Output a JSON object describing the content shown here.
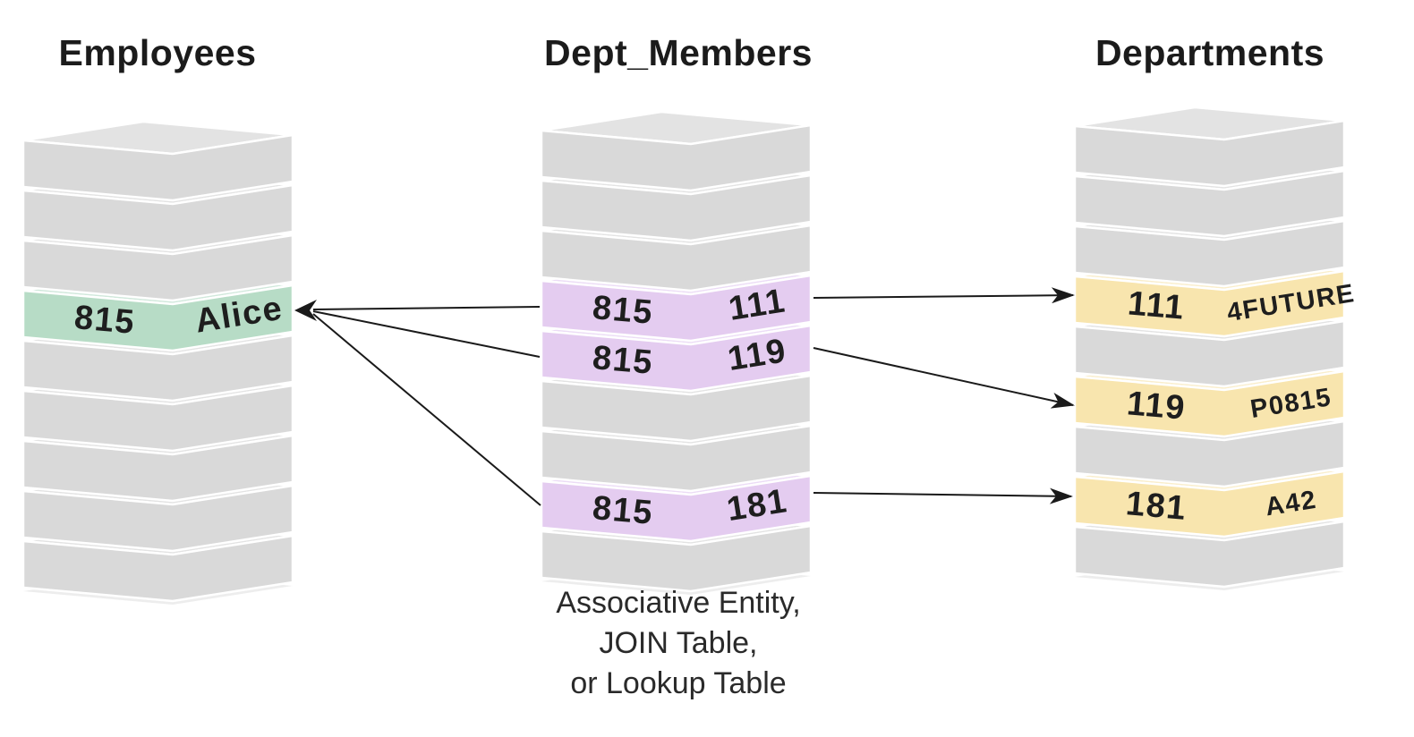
{
  "stacks": [
    {
      "id": "employees",
      "title": "Employees",
      "rows": [
        {
          "c": "gray"
        },
        {
          "c": "gray"
        },
        {
          "c": "gray"
        },
        {
          "c": "green",
          "left": "815",
          "right": "Alice"
        },
        {
          "c": "gray"
        },
        {
          "c": "gray"
        },
        {
          "c": "gray"
        },
        {
          "c": "gray"
        },
        {
          "c": "gray"
        }
      ]
    },
    {
      "id": "dept_members",
      "title": "Dept_Members",
      "rows": [
        {
          "c": "gray"
        },
        {
          "c": "gray"
        },
        {
          "c": "gray"
        },
        {
          "c": "purple",
          "left": "815",
          "right": "111"
        },
        {
          "c": "purple",
          "left": "815",
          "right": "119"
        },
        {
          "c": "gray"
        },
        {
          "c": "gray"
        },
        {
          "c": "purple",
          "left": "815",
          "right": "181"
        },
        {
          "c": "gray"
        }
      ]
    },
    {
      "id": "departments",
      "title": "Departments",
      "rows": [
        {
          "c": "gray"
        },
        {
          "c": "gray"
        },
        {
          "c": "gray"
        },
        {
          "c": "yellow",
          "left": "111",
          "right": "4FUTURE"
        },
        {
          "c": "gray"
        },
        {
          "c": "yellow",
          "left": "119",
          "right": "P0815"
        },
        {
          "c": "gray"
        },
        {
          "c": "yellow",
          "left": "181",
          "right": "A42"
        },
        {
          "c": "gray"
        }
      ]
    }
  ],
  "caption": {
    "lines": [
      "Associative Entity,",
      "JOIN Table,",
      "or Lookup Table"
    ]
  },
  "links": {
    "to_employee": [
      {
        "from_stack": "dept_members",
        "from_row": 3,
        "to_stack": "employees",
        "to_row": 3
      },
      {
        "from_stack": "dept_members",
        "from_row": 4,
        "to_stack": "employees",
        "to_row": 3
      },
      {
        "from_stack": "dept_members",
        "from_row": 7,
        "to_stack": "employees",
        "to_row": 3
      }
    ],
    "to_department": [
      {
        "from_stack": "dept_members",
        "from_row": 3,
        "to_stack": "departments",
        "to_row": 3
      },
      {
        "from_stack": "dept_members",
        "from_row": 4,
        "to_stack": "departments",
        "to_row": 5
      },
      {
        "from_stack": "dept_members",
        "from_row": 7,
        "to_stack": "departments",
        "to_row": 7
      }
    ]
  },
  "colors": {
    "gray_front": "#d9d9d9",
    "gray_top": "#e3e3e3",
    "green_front": "#b7dcc6",
    "green_top": "#d0e8db",
    "purple_front": "#e4ccf0",
    "purple_top": "#ecdcf6",
    "yellow_front": "#f8e5ae",
    "yellow_top": "#faeecb",
    "ghost": "#e8e8e8",
    "seam": "#ffffff",
    "line": "#1a1a1a",
    "label_text": "#1e1e1e"
  }
}
